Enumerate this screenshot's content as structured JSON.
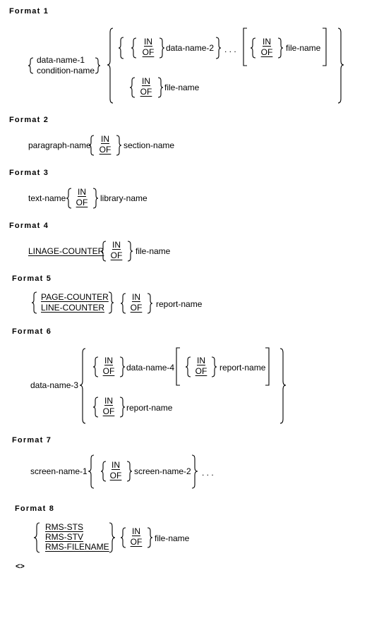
{
  "formats": {
    "f1": {
      "heading": "Format 1",
      "data_name_1": "data-name-1",
      "condition_name": "condition-name",
      "data_name_2": "data-name-2",
      "ellipsis": ". . .",
      "file_name": "file-name",
      "file_name_2": "file-name"
    },
    "f2": {
      "heading": "Format 2",
      "paragraph_name": "paragraph-name",
      "section_name": "section-name"
    },
    "f3": {
      "heading": "Format 3",
      "text_name": "text-name",
      "library_name": "library-name"
    },
    "f4": {
      "heading": "Format 4",
      "linage_counter": "LINAGE-COUNTER",
      "file_name": "file-name"
    },
    "f5": {
      "heading": "Format 5",
      "page_counter": "PAGE-COUNTER",
      "line_counter": "LINE-COUNTER",
      "report_name": "report-name"
    },
    "f6": {
      "heading": "Format 6",
      "data_name_3": "data-name-3",
      "data_name_4": "data-name-4",
      "report_name": "report-name",
      "report_name_2": "report-name"
    },
    "f7": {
      "heading": "Format 7",
      "screen_name_1": "screen-name-1",
      "screen_name_2": "screen-name-2",
      "ellipsis": ". . ."
    },
    "f8": {
      "heading": "Format 8",
      "rms_sts": "RMS-STS",
      "rms_stv": "RMS-STV",
      "rms_filename": "RMS-FILENAME",
      "file_name": "file-name"
    }
  },
  "keywords": {
    "in": "IN",
    "of": "OF"
  },
  "end_marker": "<>"
}
